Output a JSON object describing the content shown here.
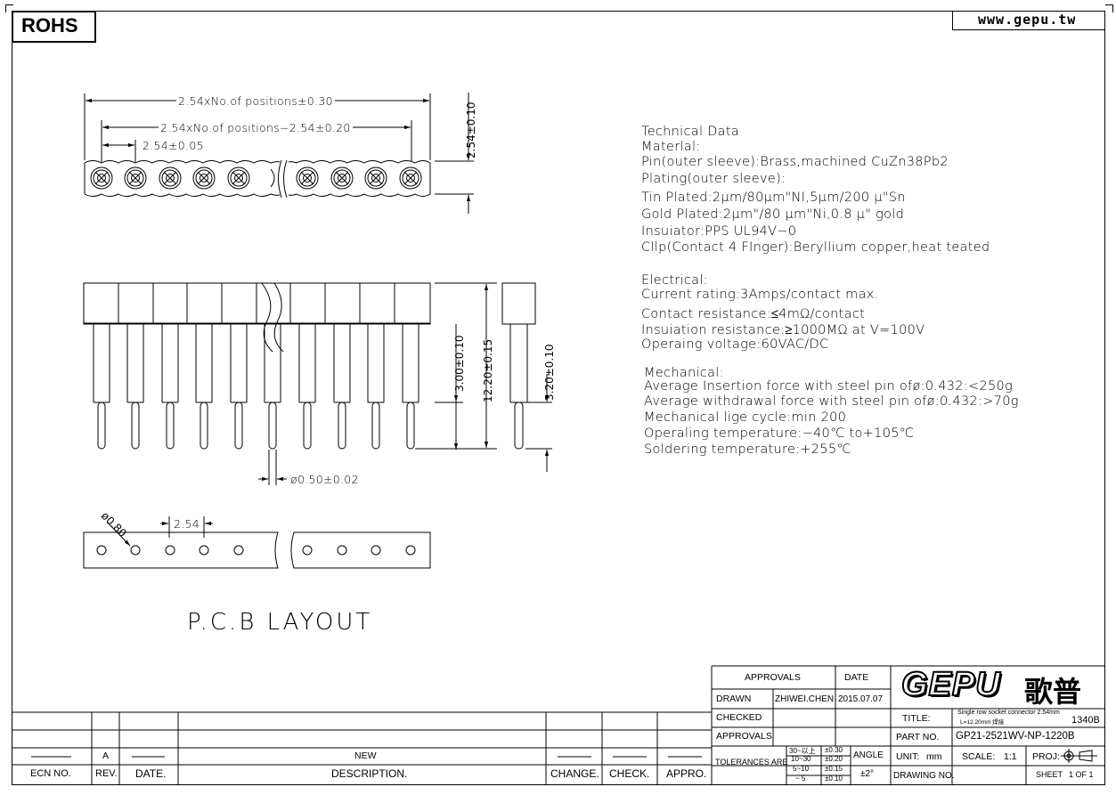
{
  "header": {
    "rohs": "ROHS",
    "website": "www.gepu.tw"
  },
  "dims": {
    "total_length": "2.54xNo.of positions±0.30",
    "pitch_span": "2.54xNo.of positions−2.54±0.20",
    "pitch": "2.54±0.05",
    "top_height": "2.54±0.10",
    "tail_length": "3.00±0.10",
    "overall_height": "12.20±0.15",
    "side_tail": "3.20±0.10",
    "pin_dia": "ø0.50±0.02",
    "pcb_hole": "ø0.80",
    "pcb_pitch": "2.54"
  },
  "pcb_title": "P.C.B LAYOUT",
  "technical": {
    "heading": "Technical Data",
    "material": [
      "Materlal:",
      "Pin(outer sleeve):Brass,machined CuZn38Pb2",
      "Plating(outer sleeve):",
      "Tin Plated:2µm/80µm\"NI,5µm/200 µ\"Sn",
      "Gold Plated:2µm\"/80 µm\"Ni,0.8 µ\" gold",
      "Insuiator:PPS UL94V−0",
      "Cllp(Contact 4 FInger):Beryllium copper,heat teated"
    ],
    "electrical": [
      "Electrical:",
      "Current rating:3Amps/contact max.",
      "Contact resistance:≤4mΩ/contact",
      "Insuiation resistance:≥1000MΩ at V=100V",
      "Operaing voltage:60VAC/DC"
    ],
    "mechanical": [
      "Mechanical:",
      "Average Insertion force with steel pin ofø:0.432:<250g",
      "Average withdrawal force with steel pin ofø:0.432:>70g",
      "Mechanical lige cycle:min 200",
      "Operaling temperature:−40℃  to+105℃",
      "Soldering temperature:+255℃"
    ]
  },
  "title_block": {
    "approvals_head": "APPROVALS",
    "date_head": "DATE",
    "drawn_label": "DRAWN",
    "drawn_by": "ZHIWEI.CHEN",
    "drawn_date": "2015.07.07",
    "checked_label": "CHECKED",
    "approvals_label": "APPROVALS",
    "tolerances_label": "TOLERANCES ARE",
    "tol_ranges": [
      "30~以上",
      "10~30",
      "5~10",
      "~ 5"
    ],
    "tol_values": [
      "±0.30",
      "±0.20",
      "±0.15",
      "±0.10"
    ],
    "angle_label": "ANGLE",
    "angle_value": "±2°",
    "logo_text": "GEPU",
    "logo_cn": "歌普",
    "title_label": "TITLE:",
    "title_line1": "Single row socket connector 2.54mm",
    "title_line2": "L=12.20mm 焊接",
    "title_code": "1340B",
    "part_no_label": "PART NO.",
    "part_no": "GP21-2521WV-NP-1220B",
    "unit_label": "UNIT:",
    "unit": "mm",
    "scale_label": "SCALE:",
    "scale": "1:1",
    "proj_label": "PROJ:",
    "drawing_no_label": "DRAWING NO.",
    "sheet_label": "SHEET",
    "sheet_value": "1 OF 1"
  },
  "revision": {
    "rev_value": "A",
    "desc_value": "NEW",
    "headers": [
      "ECN NO.",
      "REV.",
      "DATE.",
      "DESCRIPTION.",
      "CHANGE.",
      "CHECK.",
      "APPRO."
    ]
  }
}
